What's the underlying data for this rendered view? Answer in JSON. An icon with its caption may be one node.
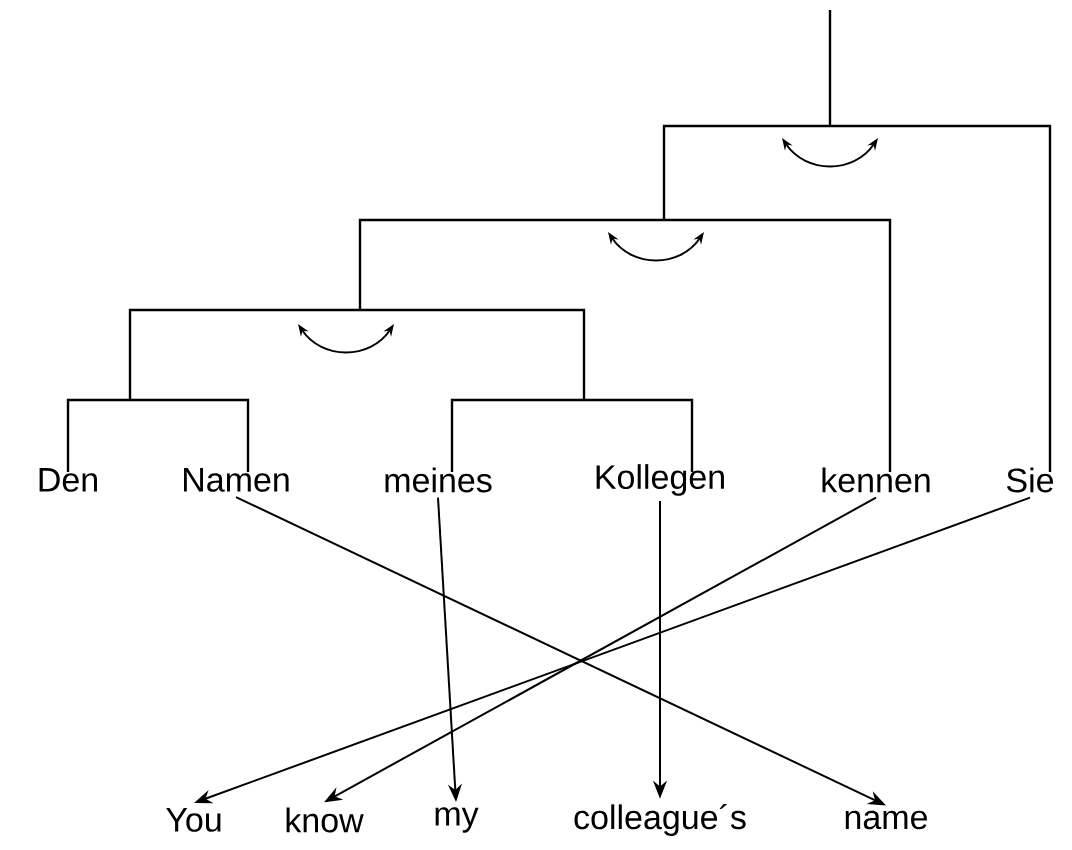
{
  "diagram": {
    "nodes": [
      {
        "text": [
          "Den"
        ]
      },
      {
        "text": [
          "Namen"
        ]
      },
      {
        "text": [
          "meines"
        ]
      },
      {
        "text": [
          "Kollegen"
        ]
      },
      {
        "text": [
          "kennen"
        ]
      },
      {
        "text": [
          "Sie"
        ]
      },
      {
        "text": [
          "You"
        ]
      },
      {
        "text": [
          "know"
        ]
      },
      {
        "text": [
          "my"
        ]
      },
      {
        "text": [
          "colleague´s"
        ]
      },
      {
        "text": [
          "name"
        ]
      }
    ],
    "edges": [
      {
        "from": 1,
        "to": 10,
        "arrow": "to"
      },
      {
        "from": 2,
        "to": 8,
        "arrow": "to"
      },
      {
        "from": 3,
        "to": 9,
        "arrow": "to"
      },
      {
        "from": 4,
        "to": 7,
        "arrow": "to"
      },
      {
        "from": 5,
        "to": 6,
        "arrow": "to"
      }
    ]
  }
}
